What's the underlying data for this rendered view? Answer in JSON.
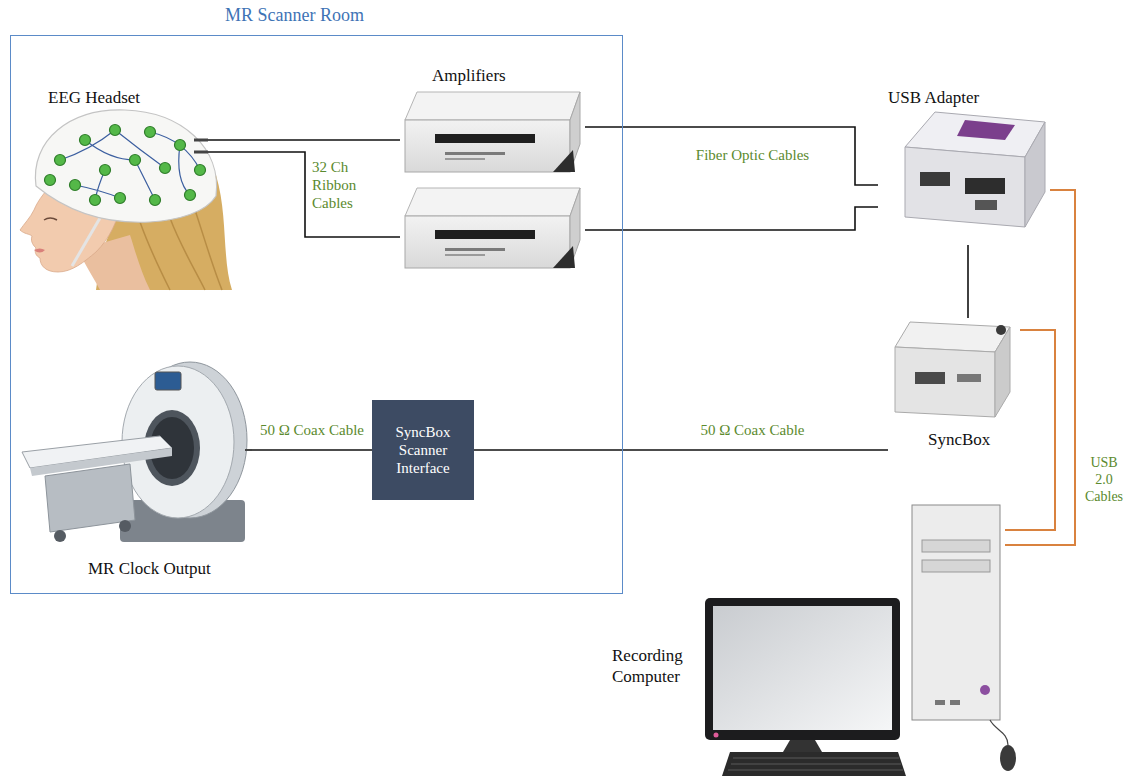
{
  "diagram": {
    "nodes": [
      {
        "text": [
          "MR Scanner Room"
        ]
      },
      {
        "text": [
          "EEG Headset"
        ],
        "in": 0
      },
      {
        "text": [
          "Amplifiers"
        ],
        "in": 0
      },
      {
        "text": [
          "MR Clock Output"
        ],
        "in": 0
      },
      {
        "text": [
          "SyncBox Scanner Interface"
        ],
        "in": 0
      },
      {
        "text": [
          "USB Adapter"
        ]
      },
      {
        "text": [
          "SyncBox"
        ]
      },
      {
        "text": [
          "Recording Computer"
        ]
      }
    ],
    "edges": [
      {
        "from": 1,
        "to": 2,
        "arrow": "none",
        "label": "32 Ch Ribbon Cables"
      },
      {
        "from": 1,
        "to": 2,
        "arrow": "none"
      },
      {
        "from": 2,
        "to": 5,
        "arrow": "none",
        "label": "Fiber Optic Cables"
      },
      {
        "from": 2,
        "to": 5,
        "arrow": "none"
      },
      {
        "from": 3,
        "to": 4,
        "arrow": "none",
        "label": "50 Ω Coax Cable"
      },
      {
        "from": 4,
        "to": 6,
        "arrow": "none",
        "label": "50 Ω Coax Cable"
      },
      {
        "from": 6,
        "to": 5,
        "arrow": "none"
      },
      {
        "from": 5,
        "to": 7,
        "arrow": "none",
        "label": "USB 2.0 Cables"
      },
      {
        "from": 6,
        "to": 7,
        "arrow": "none"
      }
    ]
  }
}
